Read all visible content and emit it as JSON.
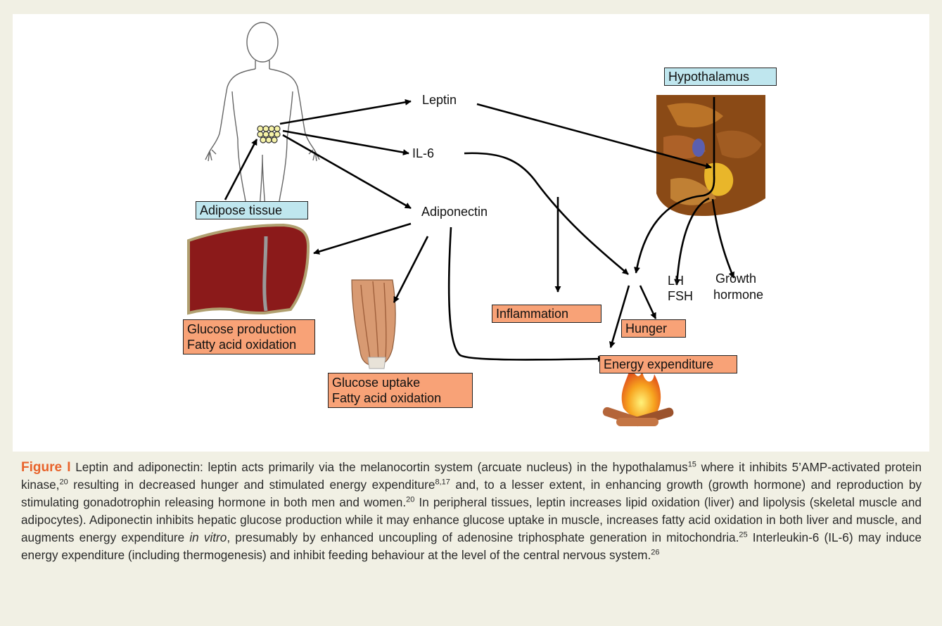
{
  "diagram": {
    "nodes": {
      "leptin": "Leptin",
      "il6": "IL-6",
      "adiponectin": "Adiponectin",
      "lh": "LH",
      "fsh": "FSH",
      "growth_hormone": [
        "Growth",
        "hormone"
      ]
    },
    "boxes": {
      "hypothalamus": "Hypothalamus",
      "adipose_tissue": "Adipose tissue",
      "liver_effects": [
        "Glucose production",
        "Fatty acid oxidation"
      ],
      "muscle_effects": [
        "Glucose uptake",
        "Fatty acid oxidation"
      ],
      "inflammation": "Inflammation",
      "hunger": "Hunger",
      "energy_expenditure": "Energy expenditure"
    },
    "images": [
      "human-body-outline",
      "brain-section",
      "liver",
      "thigh-muscle",
      "campfire"
    ],
    "colors": {
      "blue_box": "#bfe6ee",
      "orange_box": "#f8a277",
      "figure_label": "#e8632b",
      "background": "#f1f0e4"
    }
  },
  "caption": {
    "figure_label": "Figure I",
    "parts": [
      {
        "t": " Leptin and adiponectin: leptin acts primarily via the melanocortin system (arcuate nucleus) in the hypothalamus"
      },
      {
        "sup": "15"
      },
      {
        "t": " where it inhibits 5’AMP-activated protein kinase,"
      },
      {
        "sup": "20"
      },
      {
        "t": " resulting in decreased hunger and stimulated energy expenditure"
      },
      {
        "sup": "8,17"
      },
      {
        "t": " and, to a lesser extent, in enhancing growth (growth hormone) and reproduction by stimulating gonadotrophin releasing hormone in both men and women."
      },
      {
        "sup": "20"
      },
      {
        "t": " In peripheral tissues, leptin increases lipid oxidation (liver) and lipolysis (skeletal muscle and adipocytes). Adiponectin inhibits hepatic glucose production while it may enhance glucose uptake in muscle, increases fatty acid oxidation in both liver and muscle, and augments energy expenditure "
      },
      {
        "i": "in vitro"
      },
      {
        "t": ", presumably by enhanced uncoupling of adenosine triphosphate generation in mitochondria."
      },
      {
        "sup": "25"
      },
      {
        "t": " Interleukin-6 (IL-6) may induce energy expenditure (including thermogenesis) and inhibit feeding behaviour at the level of the central nervous system."
      },
      {
        "sup": "26"
      }
    ]
  }
}
